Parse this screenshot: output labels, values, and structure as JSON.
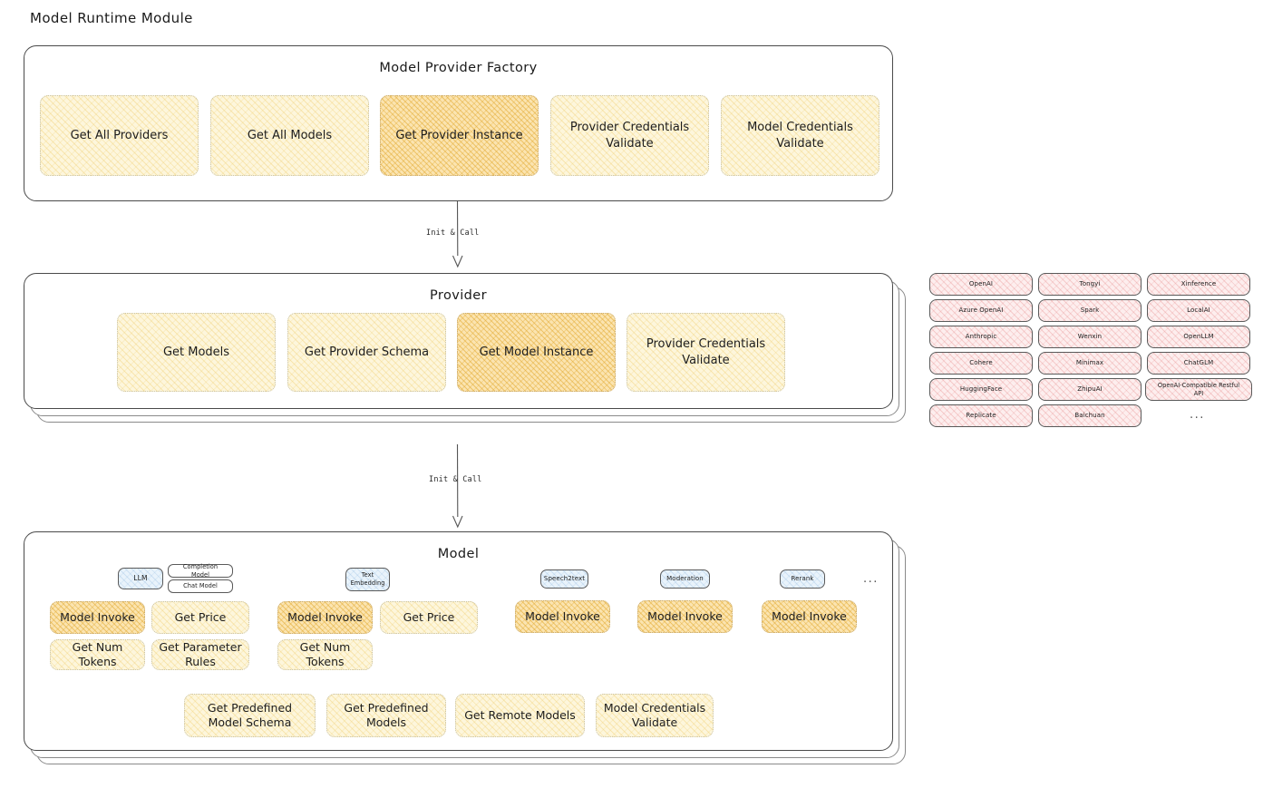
{
  "page": {
    "title": "Model Runtime Module"
  },
  "colors": {
    "cream": "#fdf6dc",
    "amber": "#fbe4b0",
    "rose": "#fdeeee",
    "blue": "#e9f3fb",
    "stroke": "#4a4a4a"
  },
  "factory": {
    "title": "Model Provider Factory",
    "items": [
      {
        "label": "Get All Providers",
        "highlight": false
      },
      {
        "label": "Get All Models",
        "highlight": false
      },
      {
        "label": "Get Provider Instance",
        "highlight": true
      },
      {
        "label": "Provider Credentials Validate",
        "highlight": false
      },
      {
        "label": "Model Credentials Validate",
        "highlight": false
      }
    ]
  },
  "arrow1": {
    "label": "Init & Call"
  },
  "provider": {
    "title": "Provider",
    "items": [
      {
        "label": "Get Models",
        "highlight": false
      },
      {
        "label": "Get Provider Schema",
        "highlight": false
      },
      {
        "label": "Get Model Instance",
        "highlight": true
      },
      {
        "label": "Provider Credentials Validate",
        "highlight": false
      }
    ]
  },
  "provider_list": {
    "columns": [
      [
        "OpenAI",
        "Azure OpenAI",
        "Anthropic",
        "Cohere",
        "HuggingFace",
        "Replicate"
      ],
      [
        "Tongyi",
        "Spark",
        "Wenxin",
        "Minimax",
        "ZhipuAI",
        "Baichuan"
      ],
      [
        "Xinference",
        "LocalAI",
        "OpenLLM",
        "ChatGLM",
        "OpenAI-Compatible Restful API"
      ]
    ],
    "more": "..."
  },
  "arrow2": {
    "label": "Init & Call"
  },
  "model": {
    "title": "Model",
    "more": "...",
    "types": [
      {
        "badge": "LLM",
        "sub_badges": [
          "Completion Model",
          "Chat Model"
        ],
        "ops": [
          {
            "label": "Model Invoke",
            "highlight": true
          },
          {
            "label": "Get Price",
            "highlight": false
          },
          {
            "label": "Get Num Tokens",
            "highlight": false
          },
          {
            "label": "Get Parameter Rules",
            "highlight": false
          }
        ]
      },
      {
        "badge": "Text Embedding",
        "sub_badges": [],
        "ops": [
          {
            "label": "Model Invoke",
            "highlight": true
          },
          {
            "label": "Get Price",
            "highlight": false
          },
          {
            "label": "Get Num Tokens",
            "highlight": false
          }
        ]
      },
      {
        "badge": "Speech2text",
        "sub_badges": [],
        "ops": [
          {
            "label": "Model Invoke",
            "highlight": true
          }
        ]
      },
      {
        "badge": "Moderation",
        "sub_badges": [],
        "ops": [
          {
            "label": "Model Invoke",
            "highlight": true
          }
        ]
      },
      {
        "badge": "Rerank",
        "sub_badges": [],
        "ops": [
          {
            "label": "Model Invoke",
            "highlight": true
          }
        ]
      }
    ],
    "common_ops": [
      "Get Predefined Model Schema",
      "Get Predefined Models",
      "Get Remote Models",
      "Model Credentials Validate"
    ]
  }
}
